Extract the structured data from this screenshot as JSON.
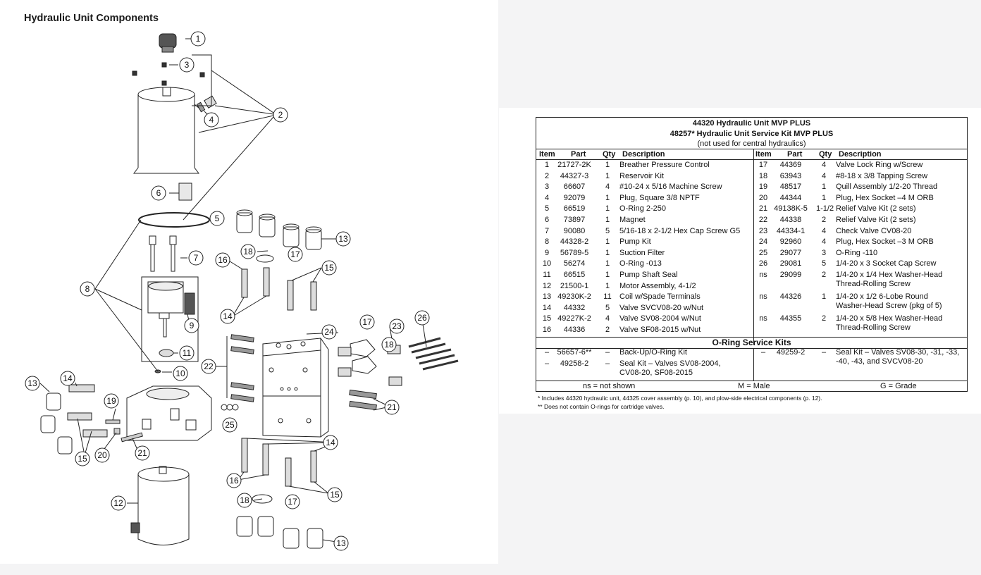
{
  "page_title": "Hydraulic Unit Components",
  "callouts": [
    "1",
    "2",
    "3",
    "4",
    "5",
    "6",
    "7",
    "8",
    "9",
    "10",
    "11",
    "12",
    "13",
    "14",
    "15",
    "16",
    "17",
    "18",
    "19",
    "20",
    "21",
    "22",
    "23",
    "24",
    "25",
    "26"
  ],
  "table": {
    "title_line1": "44320  Hydraulic Unit MVP PLUS",
    "title_line2": "48257*  Hydraulic Unit Service Kit MVP PLUS",
    "title_line3": "(not used for central hydraulics)",
    "headers": {
      "item": "Item",
      "part": "Part",
      "qty": "Qty",
      "description": "Description"
    },
    "left_rows": [
      {
        "item": "1",
        "part": "21727-2K",
        "qty": "1",
        "description": "Breather Pressure Control"
      },
      {
        "item": "2",
        "part": "44327-3",
        "qty": "1",
        "description": "Reservoir Kit"
      },
      {
        "item": "3",
        "part": "66607",
        "qty": "4",
        "description": "#10-24 x 5/16 Machine Screw"
      },
      {
        "item": "4",
        "part": "92079",
        "qty": "1",
        "description": "Plug, Square 3/8 NPTF"
      },
      {
        "item": "5",
        "part": "66519",
        "qty": "1",
        "description": "O-Ring 2-250"
      },
      {
        "item": "6",
        "part": "73897",
        "qty": "1",
        "description": "Magnet"
      },
      {
        "item": "7",
        "part": "90080",
        "qty": "5",
        "description": "5/16-18 x 2-1/2 Hex Cap Screw G5"
      },
      {
        "item": "8",
        "part": "44328-2",
        "qty": "1",
        "description": "Pump Kit"
      },
      {
        "item": "9",
        "part": "56789-5",
        "qty": "1",
        "description": "Suction Filter"
      },
      {
        "item": "10",
        "part": "56274",
        "qty": "1",
        "description": "O-Ring -013"
      },
      {
        "item": "11",
        "part": "66515",
        "qty": "1",
        "description": "Pump Shaft Seal"
      },
      {
        "item": "12",
        "part": "21500-1",
        "qty": "1",
        "description": "Motor Assembly, 4-1/2"
      },
      {
        "item": "13",
        "part": "49230K-2",
        "qty": "11",
        "description": "Coil w/Spade Terminals"
      },
      {
        "item": "14",
        "part": "44332",
        "qty": "5",
        "description": "Valve SVCV08-20 w/Nut"
      },
      {
        "item": "15",
        "part": "49227K-2",
        "qty": "4",
        "description": "Valve SV08-2004 w/Nut"
      },
      {
        "item": "16",
        "part": "44336",
        "qty": "2",
        "description": "Valve SF08-2015 w/Nut"
      }
    ],
    "right_rows": [
      {
        "item": "17",
        "part": "44369",
        "qty": "4",
        "description": "Valve Lock Ring w/Screw"
      },
      {
        "item": "18",
        "part": "63943",
        "qty": "4",
        "description": "#8-18 x 3/8 Tapping Screw"
      },
      {
        "item": "19",
        "part": "48517",
        "qty": "1",
        "description": "Quill Assembly 1/2-20 Thread"
      },
      {
        "item": "20",
        "part": "44344",
        "qty": "1",
        "description": "Plug, Hex Socket –4 M ORB"
      },
      {
        "item": "21",
        "part": "49138K-5",
        "qty": "1-1/2",
        "description": "Relief Valve Kit (2 sets)"
      },
      {
        "item": "22",
        "part": "44338",
        "qty": "2",
        "description": "Relief Valve Kit (2 sets)"
      },
      {
        "item": "23",
        "part": "44334-1",
        "qty": "4",
        "description": "Check Valve CV08-20"
      },
      {
        "item": "24",
        "part": "92960",
        "qty": "4",
        "description": "Plug, Hex Socket –3 M ORB"
      },
      {
        "item": "25",
        "part": "29077",
        "qty": "3",
        "description": "O-Ring -110"
      },
      {
        "item": "26",
        "part": "29081",
        "qty": "5",
        "description": "1/4-20 x 3 Socket Cap Screw"
      },
      {
        "item": "ns",
        "part": "29099",
        "qty": "2",
        "description": "1/4-20 x 1/4 Hex Washer-Head",
        "description2": "Thread-Rolling Screw"
      },
      {
        "item": "ns",
        "part": "44326",
        "qty": "1",
        "description": "1/4-20 x 1/2 6-Lobe Round",
        "description2": "Washer-Head Screw (pkg of 5)"
      },
      {
        "item": "ns",
        "part": "44355",
        "qty": "2",
        "description": "1/4-20 x 5/8 Hex Washer-Head",
        "description2": "Thread-Rolling Screw"
      }
    ],
    "oring_title": "O-Ring Service Kits",
    "oring_left": [
      {
        "item": "–",
        "part": "56657-6**",
        "qty": "–",
        "description": "Back-Up/O-Ring Kit"
      },
      {
        "item": "–",
        "part": "49258-2",
        "qty": "–",
        "description": "Seal Kit – Valves SV08-2004,",
        "description2": "CV08-20, SF08-2015"
      }
    ],
    "oring_right": [
      {
        "item": "–",
        "part": "49259-2",
        "qty": "–",
        "description": "Seal Kit – Valves SV08-30, -31, -33,",
        "description2": "-40, -43, and SVCV08-20"
      }
    ],
    "legend": {
      "ns": "ns = not shown",
      "m": "M = Male",
      "g": "G = Grade"
    }
  },
  "footnotes": [
    "* Includes 44320 hydraulic unit, 44325 cover assembly (p. 10), and plow-side electrical components (p. 12).",
    "** Does not contain O-rings for cartridge valves."
  ]
}
